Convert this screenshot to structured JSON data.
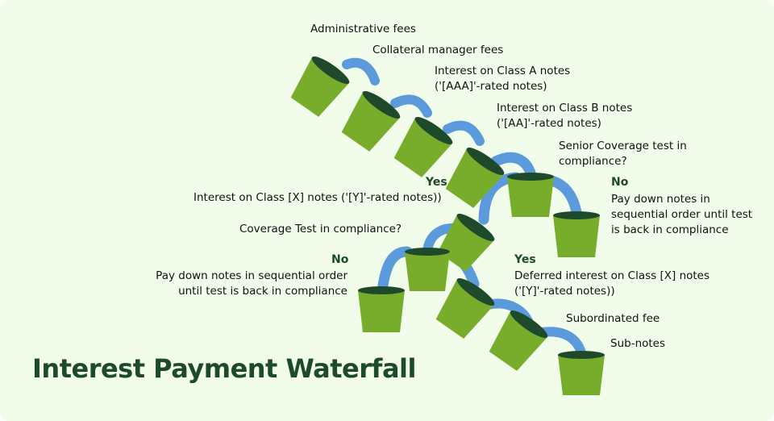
{
  "title": "Interest Payment Waterfall",
  "colors": {
    "background": "#f1fcea",
    "bucket_body": "#78ad2c",
    "bucket_rim": "#1e4a2b",
    "flow": "#5b9bdb",
    "title": "#1c4a2a",
    "label_emphasis": "#1e4a2b"
  },
  "labels": {
    "admin_fees": "Administrative fees",
    "collateral_fees": "Collateral manager fees",
    "class_a": [
      "Interest on Class A notes",
      "('[AAA]'-rated notes)"
    ],
    "class_b": [
      "Interest on Class B notes",
      "('[AA]'-rated notes)"
    ],
    "senior_test": [
      "Senior Coverage test in",
      "compliance?"
    ],
    "senior_yes": "Yes",
    "senior_no": "No",
    "senior_paydown": [
      "Pay down notes in",
      "sequential order until test",
      "is back in compliance"
    ],
    "class_x": "Interest on Class [X] notes ('[Y]'-rated notes))",
    "coverage_test": "Coverage Test in compliance?",
    "coverage_no": "No",
    "coverage_paydown": [
      "Pay down notes in sequential order",
      "until test is back in compliance"
    ],
    "coverage_yes": "Yes",
    "deferred": [
      "Deferred interest on Class [X] notes",
      "('[Y]'-rated notes))"
    ],
    "subordinated": "Subordinated fee",
    "subnotes": "Sub-notes"
  }
}
